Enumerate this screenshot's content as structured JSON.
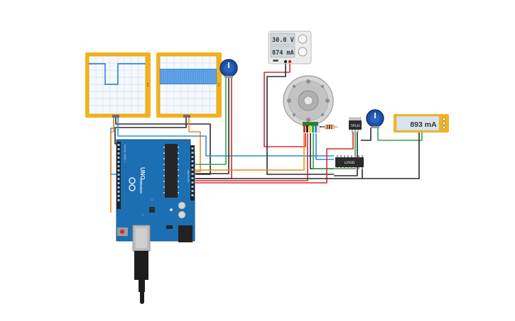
{
  "circuit": {
    "power_supply": {
      "voltage": "30.0 V",
      "current": "874 mA"
    },
    "multimeter": {
      "reading": "893 mA"
    },
    "arduino": {
      "board_label": "UNO",
      "brand": "ARDUINO",
      "left_header_label": "DIGITAL (PWM~)",
      "right_header_label": "ANALOG IN"
    },
    "motor_driver": {
      "label": "TIP120"
    },
    "h_bridge": {
      "label": "L293D"
    }
  },
  "colors": {
    "oscilloscope_frame": "#f2b21e",
    "scope_screen": "#f5f9fd",
    "scope_grid": "#cfe0ef",
    "scope_trace": "#1f6fd1",
    "arduino_board": "#1d6fb4",
    "multimeter_frame": "#f2b21e",
    "multimeter_display": "#d7e4ec",
    "potentiometer": "#1e4fa3",
    "wire_red": "#d9282b",
    "wire_black": "#2a2a2a",
    "wire_green": "#2ea44f",
    "wire_orange": "#ef8a1f",
    "wire_blue": "#2a8fd6"
  }
}
